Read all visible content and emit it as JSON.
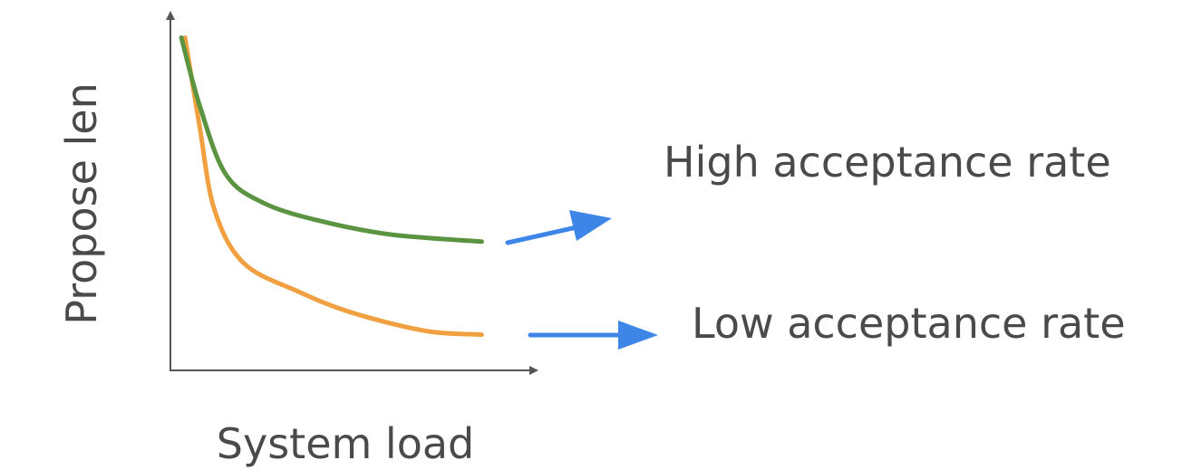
{
  "chart_data": {
    "type": "line",
    "title": "",
    "xlabel": "System load",
    "ylabel": "Propose len",
    "x_ticks": false,
    "y_ticks": false,
    "grid": false,
    "xlim": [
      0,
      10
    ],
    "ylim": [
      0,
      10
    ],
    "series": [
      {
        "name": "High acceptance rate",
        "color": "#5a9440",
        "points": [
          [
            0.3,
            9.3
          ],
          [
            0.8,
            7.4
          ],
          [
            1.5,
            5.5
          ],
          [
            2.5,
            4.7
          ],
          [
            4.0,
            4.2
          ],
          [
            6.0,
            3.8
          ],
          [
            8.5,
            3.6
          ]
        ]
      },
      {
        "name": "Low acceptance rate",
        "color": "#f0a040",
        "points": [
          [
            0.4,
            9.3
          ],
          [
            0.8,
            6.8
          ],
          [
            1.2,
            4.5
          ],
          [
            2.0,
            3.0
          ],
          [
            3.5,
            2.2
          ],
          [
            5.0,
            1.6
          ],
          [
            7.0,
            1.1
          ],
          [
            8.5,
            1.0
          ]
        ]
      }
    ],
    "annotations": [
      {
        "text": "High acceptance rate",
        "arrow_color": "#3d86e8"
      },
      {
        "text": "Low acceptance rate",
        "arrow_color": "#3d86e8"
      }
    ],
    "colors": {
      "axis": "#555555",
      "text": "#4a4a4a",
      "arrow": "#3d86e8"
    }
  }
}
